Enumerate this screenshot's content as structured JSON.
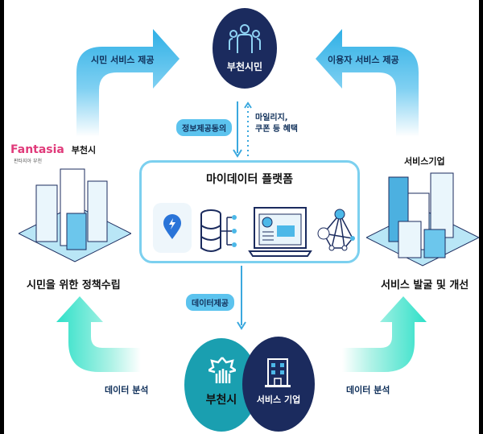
{
  "diagram": {
    "top_node": {
      "label": "부천시민",
      "icon": "people-group-icon",
      "color": "#1b2b5e"
    },
    "left_top_arrow": {
      "label": "시민 서비스 제공",
      "color": "#2fb0e6"
    },
    "right_top_arrow": {
      "label": "이용자 서비스 제공",
      "color": "#2fb0e6"
    },
    "consent_pill": {
      "label": "정보제공동의"
    },
    "benefit_text": {
      "line1": "마일리지,",
      "line2": "쿠폰 등 혜택"
    },
    "platform": {
      "title": "마이데이터 플랫폼",
      "icons": [
        "location-bolt-app-icon",
        "database-icon",
        "laptop-profile-icon",
        "network-graph-icon"
      ],
      "border_color": "#7cd0ef"
    },
    "left_city": {
      "logo_text": "Fantasia",
      "logo_sub": "판타지아 부천",
      "name": "부천시",
      "caption": "시민을 위한 정책수립"
    },
    "right_city": {
      "name": "서비스기업",
      "caption": "서비스 발굴 및 개선"
    },
    "data_provide_pill": {
      "label": "데이터제공"
    },
    "left_bottom_arrow": {
      "label": "데이터 분석",
      "color": "#2ee0c8"
    },
    "right_bottom_arrow": {
      "label": "데이터 분석",
      "color": "#2ee0c8"
    },
    "bottom_left_circle": {
      "label": "부천시",
      "icon": "bucheon-emblem-icon",
      "color": "#1a9fb0"
    },
    "bottom_right_circle": {
      "label": "서비스 기업",
      "icon": "office-building-icon",
      "color": "#1b2b5e"
    }
  }
}
